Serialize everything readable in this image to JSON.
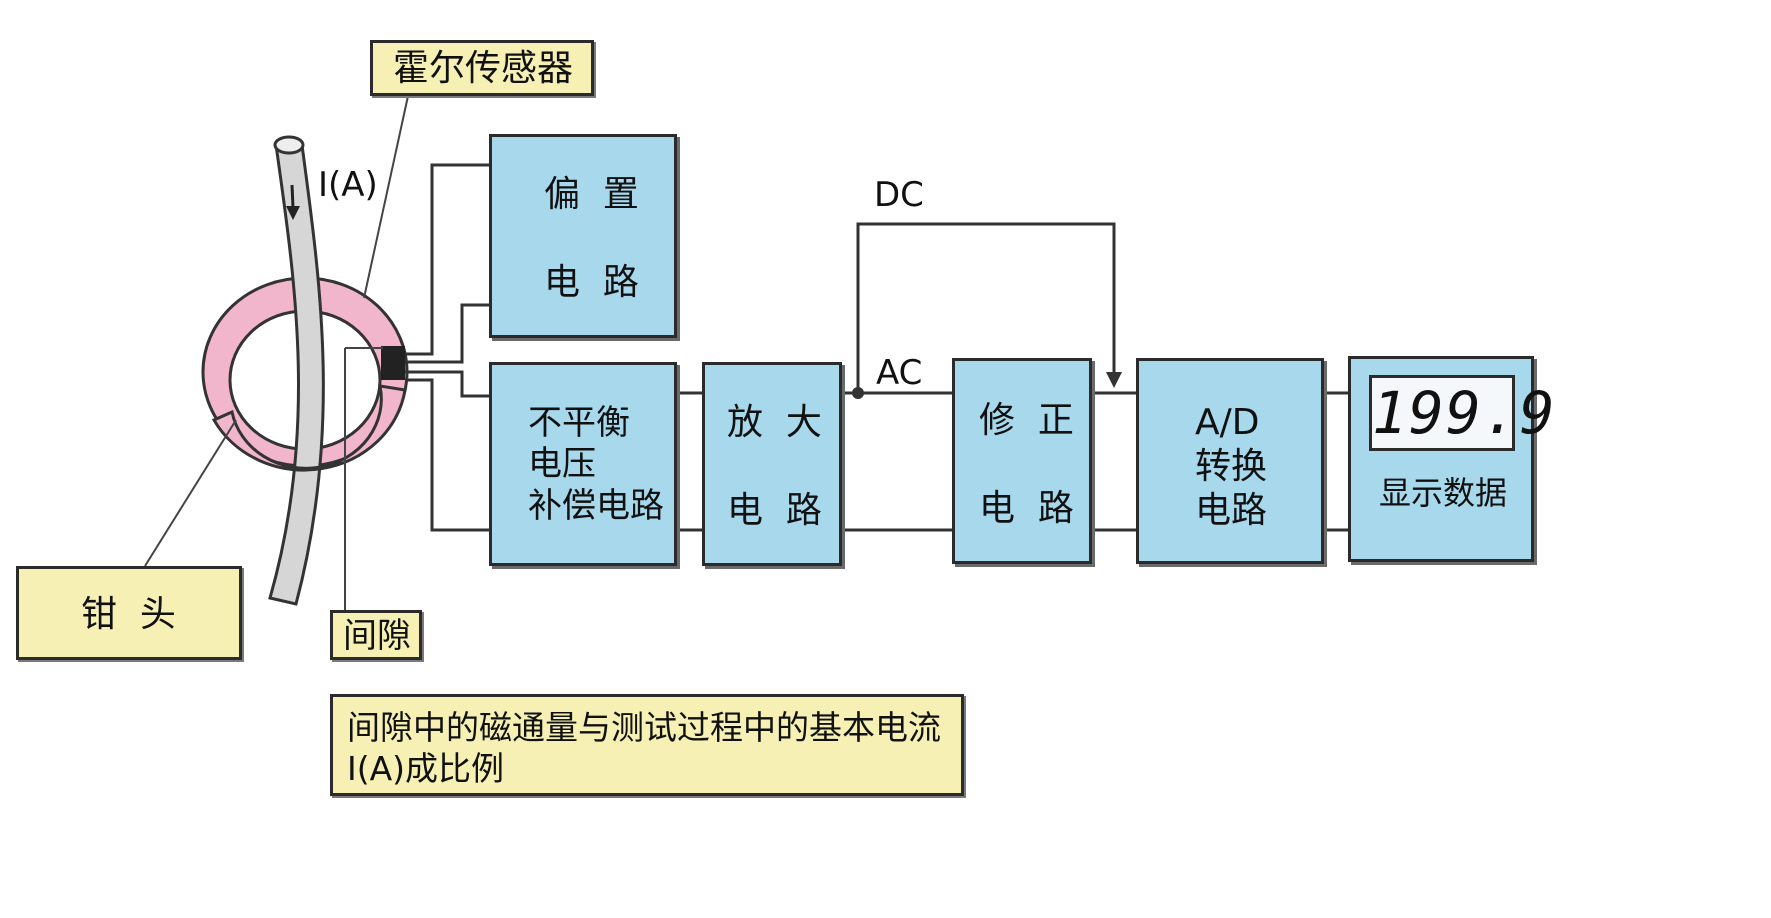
{
  "labels": {
    "hall_sensor": "霍尔传感器",
    "current": "I(A)",
    "clamp_head": "钳  头",
    "gap": "间隙",
    "note": "间隙中的磁通量与测试过程中的基本电流\nI(A)成比例",
    "dc": "DC",
    "ac": "AC"
  },
  "blocks": {
    "bias": "偏  置\n\n电  路",
    "compensation": "不平衡\n电压\n补偿电路",
    "amplifier": "放  大\n\n电  路",
    "correction": "修  正\n\n电  路",
    "adc": "A/D\n转换\n电路",
    "display_value": "199.9",
    "display_label": "显示数据"
  },
  "colors": {
    "block_fill": "#a8d8ec",
    "label_fill": "#f6f0b4",
    "ring": "#f2b6cc",
    "wire": "#333333"
  }
}
